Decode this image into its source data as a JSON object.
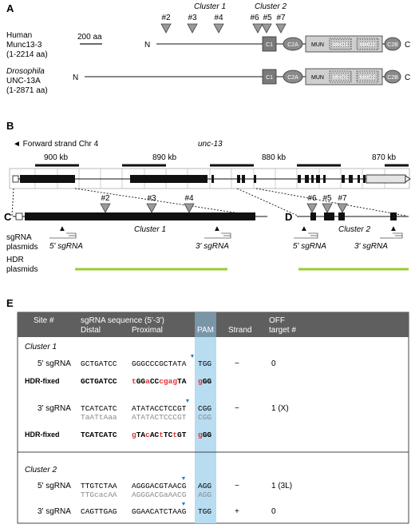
{
  "panel_labels": {
    "a": "A",
    "b": "B",
    "c": "C",
    "d": "D",
    "e": "E"
  },
  "panel_a": {
    "cluster1": "Cluster 1",
    "cluster2": "Cluster 2",
    "sites": [
      "#2",
      "#3",
      "#4",
      "#6",
      "#5",
      "#7"
    ],
    "human_line1": "Human",
    "human_line2": "Munc13-3",
    "human_line3": "(1-2214 aa)",
    "scale": "200 aa",
    "dros_line1": "Drosophila",
    "dros_line2": "UNC-13A",
    "dros_line3": "(1-2871 aa)",
    "n": "N",
    "c": "C",
    "domains": {
      "c1": "C1",
      "c2a": "C2A",
      "mun": "MUN",
      "mhd1": "MHD1",
      "mhd2": "MHD2",
      "c2b": "C2B"
    }
  },
  "panel_b": {
    "strand": "◄ Forward strand Chr 4",
    "gene": "unc-13",
    "kb": [
      "900 kb",
      "890 kb",
      "880 kb",
      "870 kb"
    ]
  },
  "panel_c": {
    "sites": [
      "#2",
      "#3",
      "#4"
    ],
    "cluster": "Cluster 1",
    "sgrna5": "5' sgRNA",
    "sgrna3": "3' sgRNA"
  },
  "panel_d": {
    "sites": [
      "#6",
      "#5",
      "#7"
    ],
    "cluster": "Cluster 2",
    "sgrna5": "5' sgRNA",
    "sgrna3": "3' sgRNA"
  },
  "legend": {
    "sgrna_1": "sgRNA",
    "sgrna_2": "plasmids",
    "hdr_1": "HDR",
    "hdr_2": "plasmids"
  },
  "panel_e": {
    "header": {
      "site": "Site #",
      "seq": "sgRNA sequence (5'-3')",
      "distal": "Distal",
      "proximal": "Proximal",
      "pam": "PAM",
      "strand": "Strand",
      "off1": "OFF",
      "off2": "target #"
    },
    "cluster1": {
      "label": "Cluster 1",
      "rows": [
        {
          "site": "5' sgRNA",
          "distal": "GCTGATCC",
          "proximal": "GGGCCCGCTATA",
          "pam": "TGG",
          "strand": "−",
          "off": "0"
        },
        {
          "site": "HDR-fixed",
          "distal": "GCTGATCC",
          "prox_parts": [
            "t",
            "GG",
            "a",
            "CC",
            "cgag",
            "TA"
          ],
          "pam_parts": [
            "g",
            "GG"
          ]
        },
        {
          "site": "3' sgRNA",
          "distal": "TCATCATC",
          "proximal": "ATATACCTCCGT",
          "pam": "CGG",
          "strand": "−",
          "off": "1 (X)",
          "off_distal": "TaATtAaa",
          "off_proximal": "ATATACTCCCGT",
          "off_pam": "CGG"
        },
        {
          "site": "HDR-fixed",
          "distal": "TCATCATC",
          "prox_parts": [
            "g",
            "TA",
            "c",
            "AC",
            "t",
            "TC",
            "t",
            "GT"
          ],
          "pam_parts": [
            "g",
            "GG"
          ]
        }
      ]
    },
    "cluster2": {
      "label": "Cluster 2",
      "rows": [
        {
          "site": "5' sgRNA",
          "distal": "TTGTCTAA",
          "proximal": "AGGGACGTAACG",
          "pam": "AGG",
          "strand": "−",
          "off": "1 (3L)",
          "off_distal": "TTGcacAA",
          "off_proximal": "AGGGACGaAACG",
          "off_pam": "AGG"
        },
        {
          "site": "3' sgRNA",
          "distal": "CAGTTGAG",
          "proximal": "GGAACATCTAAG",
          "pam": "TGG",
          "strand": "+",
          "off": "0"
        }
      ]
    }
  },
  "colors": {
    "pam_highlight": "#b8dcf0",
    "header": "#5f5f5f",
    "hdr_bar": "#9ccc2e",
    "mismatch": "#e03535",
    "cut": "#1f7fc0"
  }
}
